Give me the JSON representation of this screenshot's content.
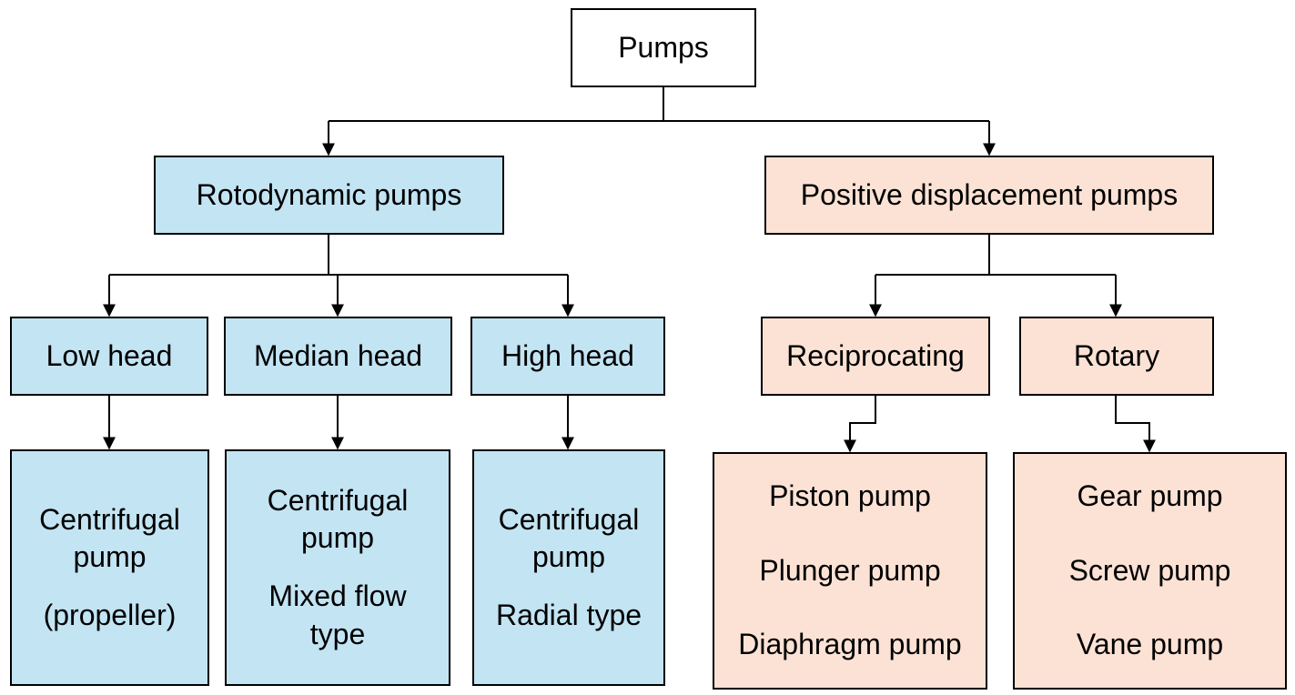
{
  "root": {
    "label": "Pumps"
  },
  "rotodynamic": {
    "label": "Rotodynamic pumps",
    "low_head": {
      "label": "Low head",
      "detail": [
        "Centrifugal",
        "pump",
        "(propeller)"
      ]
    },
    "median_head": {
      "label": "Median head",
      "detail": [
        "Centrifugal",
        "pump",
        "Mixed flow",
        "type"
      ]
    },
    "high_head": {
      "label": "High head",
      "detail": [
        "Centrifugal",
        "pump",
        "Radial type"
      ]
    }
  },
  "positive_displacement": {
    "label": "Positive displacement pumps",
    "reciprocating": {
      "label": "Reciprocating",
      "detail": [
        "Piston pump",
        "Plunger pump",
        "Diaphragm pump"
      ]
    },
    "rotary": {
      "label": "Rotary",
      "detail": [
        "Gear pump",
        "Screw pump",
        "Vane pump"
      ]
    }
  },
  "colors": {
    "rotodynamic_fill": "#c3e4f3",
    "positive_fill": "#fbe2d5",
    "root_fill": "#ffffff",
    "line": "#000000"
  }
}
